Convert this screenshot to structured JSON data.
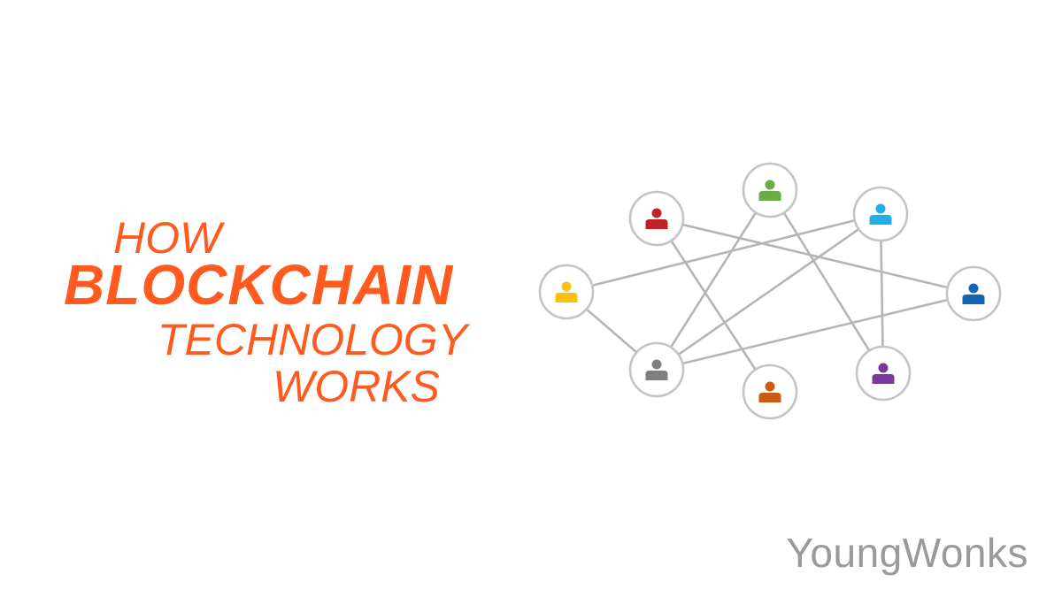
{
  "title": {
    "line1": "HOW",
    "line2": "BLOCKCHAIN",
    "line3": "TECHNOLOGY",
    "line4": "WORKS"
  },
  "brand": "YoungWonks",
  "colors": {
    "title": "#ff5a1f",
    "brand": "#9a9a9a",
    "edge": "#b5b5b5",
    "node_border": "#c4c4c4"
  },
  "network": {
    "nodes": [
      {
        "id": "green",
        "color": "#6aac45",
        "icon": "person-icon"
      },
      {
        "id": "red",
        "color": "#c0202a",
        "icon": "person-icon"
      },
      {
        "id": "cyan",
        "color": "#22aeea",
        "icon": "person-icon"
      },
      {
        "id": "yellow",
        "color": "#fbc10e",
        "icon": "person-icon"
      },
      {
        "id": "blue",
        "color": "#1267b5",
        "icon": "person-icon"
      },
      {
        "id": "gray",
        "color": "#7f7f7f",
        "icon": "person-icon"
      },
      {
        "id": "purple",
        "color": "#7a37a0",
        "icon": "person-icon"
      },
      {
        "id": "orange",
        "color": "#cd5a12",
        "icon": "person-icon"
      }
    ],
    "edges": [
      [
        "red",
        "blue"
      ],
      [
        "red",
        "orange"
      ],
      [
        "green",
        "gray"
      ],
      [
        "green",
        "purple"
      ],
      [
        "cyan",
        "yellow"
      ],
      [
        "cyan",
        "gray"
      ],
      [
        "cyan",
        "purple"
      ],
      [
        "yellow",
        "gray"
      ],
      [
        "gray",
        "blue"
      ]
    ]
  }
}
